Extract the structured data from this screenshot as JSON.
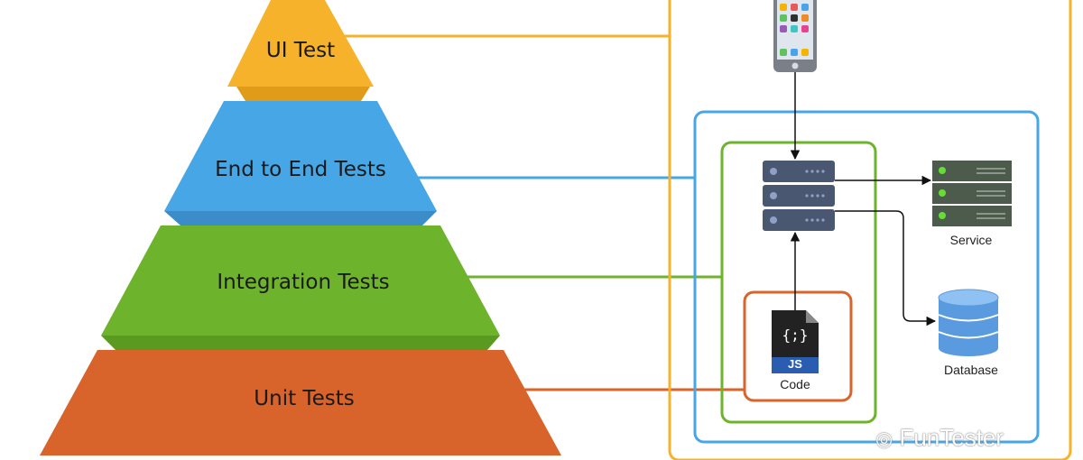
{
  "pyramid": {
    "levels": [
      {
        "label": "UI Test",
        "color": "#f6b22b"
      },
      {
        "label": "End to End Tests",
        "color": "#47a6e6"
      },
      {
        "label": "Integration Tests",
        "color": "#6db32b"
      },
      {
        "label": "Unit Tests",
        "color": "#d8632b"
      }
    ]
  },
  "architecture": {
    "service_label": "Service",
    "database_label": "Database",
    "code_label": "Code",
    "code_file_label": "JS",
    "code_file_symbol": "{;}"
  },
  "watermark": "FunTester",
  "colors": {
    "orange_frame": "#f6b22b",
    "blue_frame": "#47a6e6",
    "green_frame": "#6db32b",
    "red_frame": "#d8632b",
    "server": "#4a5770",
    "arrow": "#111111"
  }
}
